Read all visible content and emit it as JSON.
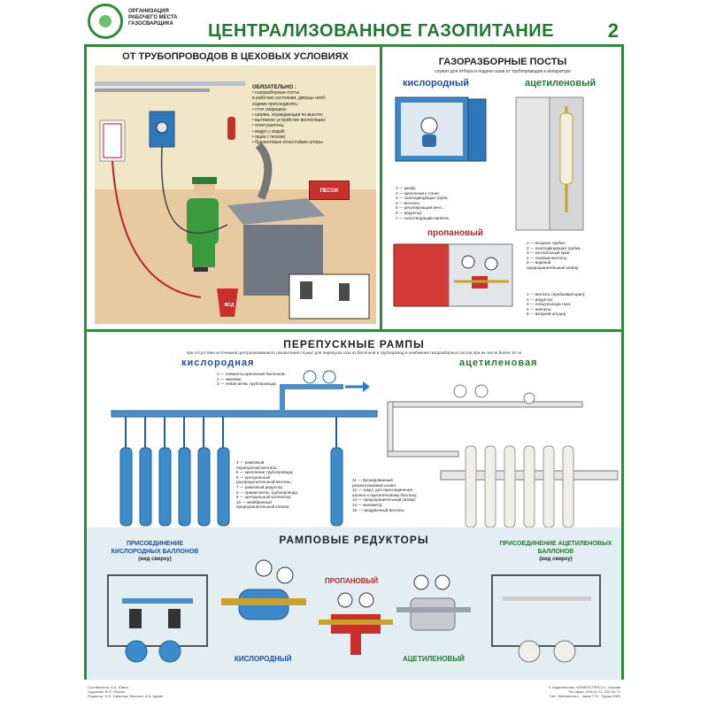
{
  "header": {
    "org": "ОРГАНИЗАЦИЯ РАБОЧЕГО МЕСТА ГАЗОСВАРЩИКА",
    "title": "ЦЕНТРАЛИЗОВАННОЕ ГАЗОПИТАНИЕ",
    "number": "2"
  },
  "pipelines": {
    "title": "ОТ ТРУБОПРОВОДОВ В ЦЕХОВЫХ УСЛОВИЯХ",
    "note_title": "ОБЯЗАТЕЛЬНО :",
    "note_items": [
      "• газоразборные посты",
      "  в рабочем состоянии, дверцы необ-",
      "  ходимо присоединять;",
      "• стол сварщика;",
      "• ширма, ограждающая по высоте;",
      "• вытяжное устройство вентиляции;",
      "• огнетушитель;",
      "• ведро с водой;",
      "• ящик с песком;",
      "• брезентовые огнестойкие шторы"
    ],
    "sand_label": "ПЕСОК",
    "water_label": "ВОД"
  },
  "posts": {
    "title": "ГАЗОРАЗБОРНЫЕ ПОСТЫ",
    "subtitle": "служат для отбора и подачи газов от трубопроводов к аппаратуре",
    "oxygen": "кислородный",
    "acetylene": "ацетиленовый",
    "propane": "пропановый",
    "oxygen_legend": [
      "1 — шкаф;",
      "2 — крепления к стене;",
      "3 — газоподводящая труба;",
      "4 — вентиль;",
      "5 — регулирующий вент.;",
      "6 — редуктор;",
      "7 — газоотводящий ниппель"
    ],
    "acetylene_legend": [
      "1 — входная трубка;",
      "2 — газоподводящая трубка;",
      "3 — контрольный кран;",
      "4 — газовый вентиль;",
      "5 — водяной",
      "    предохранительный затвор"
    ],
    "propane_legend": [
      "1 — вентиль (пробковый кран);",
      "2 — редуктор;",
      "3 — отвод выхода газа;",
      "4 — ниппель;",
      "5 — входной штуцер"
    ]
  },
  "ramps": {
    "title": "ПЕРЕПУСКНЫЕ РАМПЫ",
    "subtitle": "при отсутствии источников централизованного газопитания служат для перепуска газа из баллонов в трубопровод и снабжения газоразборных постов при их числе более 10-ти",
    "oxygen": "кислородная",
    "acetylene": "ацетиленовая",
    "oxygen_legend": [
      "1 — элементы крепления баллонов;",
      "2 — змеевик;",
      "3 — левая ветвь трубопровода;"
    ],
    "middle_legend": [
      "4 — рамповый",
      "    перепускной вентиль;",
      "5 — крепление трубопровода;",
      "6 — центральный",
      "    распределительный вентиль;",
      "7 — рамповый редуктор;",
      "8 — правая ветвь трубопровода;",
      "9 — центральный коллектор;",
      "10 — мембранный",
      "     предохранительный клапан;"
    ],
    "acetylene_legend": [
      "11 — бронированный",
      "     резинотканевый шланг;",
      "12 — хомут для присоединения",
      "     шланга к ацетиленовому баллону;",
      "13 — предохранительный затвор;",
      "14 — манометр;",
      "15 — продувочный вентиль"
    ]
  },
  "reducers": {
    "title": "РАМПОВЫЕ РЕДУКТОРЫ",
    "oxy_connect": "ПРИСОЕДИНЕНИЕ КИСЛОРОДНЫХ БАЛЛОНОВ",
    "acet_connect": "ПРИСОЕДИНЕНИЕ АЦЕТИЛЕНОВЫХ БАЛЛОНОВ",
    "view_top": "(вид сверху)",
    "oxygen": "КИСЛОРОДНЫЙ",
    "propane": "ПРОПАНОВЫЙ",
    "acetylene": "АЦЕТИЛЕНОВЫЙ"
  },
  "footer": {
    "left": [
      "Составитель: А.А. Юмин",
      "Художник: В.П. Пичкин",
      "Редактор: Н.Н. Смирнов. Верстка: А.В. Щукин"
    ],
    "right": [
      "© Издательство «ОЛИМП-ПРЕСС», Москва",
      "Тел./факс: 500-04-72, 220-34-72",
      "Тип. «Мегаполис» · Заказ 775 · Тираж 2000"
    ]
  }
}
